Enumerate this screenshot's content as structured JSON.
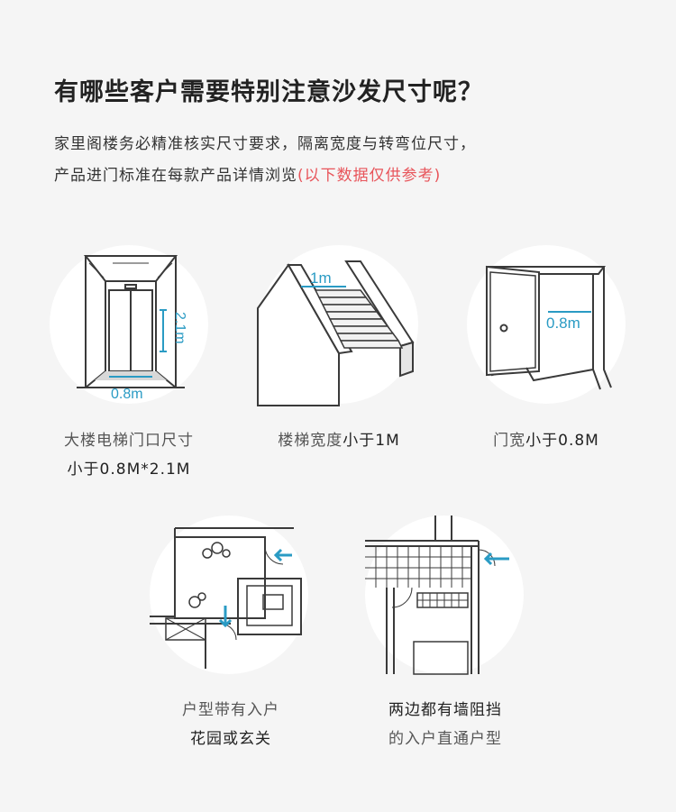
{
  "header": {
    "title": "有哪些客户需要特别注意沙发尺寸呢？",
    "desc_line1": "家里阁楼务必精准核实尺寸要求，隔离宽度与转弯位尺寸，",
    "desc_line2": "产品进门标准在每款产品详情浏览",
    "desc_note": "(以下数据仅供参考)"
  },
  "items": [
    {
      "label1_normal": "大楼电梯门口尺寸",
      "label2_em": "小于0.8M*2.1M",
      "dim_h": "2.1m",
      "dim_w": "0.8m"
    },
    {
      "label_normal": "楼梯宽度",
      "label_em": "小于1M",
      "dim_w": "1m"
    },
    {
      "label_normal": "门宽",
      "label_em": "小于0.8M",
      "dim_w": "0.8m"
    },
    {
      "label1_normal": "户型带有入户",
      "label2_em": "花园或玄关"
    },
    {
      "label1_em": "两边都有墙阻挡",
      "label2_normal": "的入户直通户型"
    }
  ],
  "colors": {
    "accent": "#2a9bc4",
    "note": "#e8545a",
    "line": "#3a3a3a"
  }
}
